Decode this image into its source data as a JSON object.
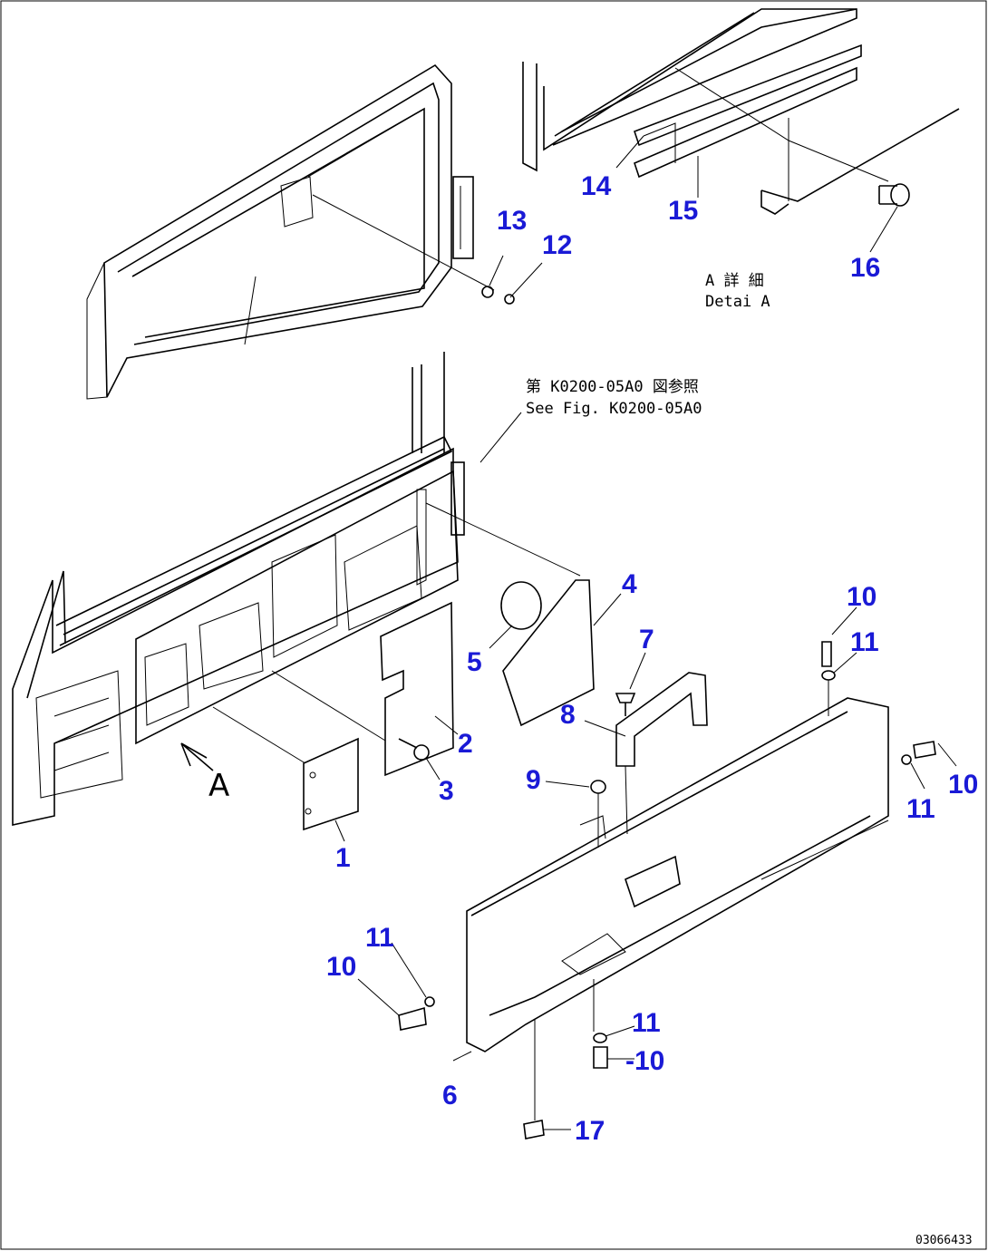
{
  "diagram": {
    "callouts": [
      {
        "id": "c1",
        "text": "1"
      },
      {
        "id": "c2",
        "text": "2"
      },
      {
        "id": "c3",
        "text": "3"
      },
      {
        "id": "c4",
        "text": "4"
      },
      {
        "id": "c5",
        "text": "5"
      },
      {
        "id": "c6",
        "text": "6"
      },
      {
        "id": "c7",
        "text": "7"
      },
      {
        "id": "c8",
        "text": "8"
      },
      {
        "id": "c9",
        "text": "9"
      },
      {
        "id": "c10a",
        "text": "10"
      },
      {
        "id": "c10b",
        "text": "10"
      },
      {
        "id": "c10c",
        "text": "10"
      },
      {
        "id": "c10d",
        "text": "-10"
      },
      {
        "id": "c11a",
        "text": "11"
      },
      {
        "id": "c11b",
        "text": "11"
      },
      {
        "id": "c11c",
        "text": "11"
      },
      {
        "id": "c11d",
        "text": "11"
      },
      {
        "id": "c12",
        "text": "12"
      },
      {
        "id": "c13",
        "text": "13"
      },
      {
        "id": "c14",
        "text": "14"
      },
      {
        "id": "c15",
        "text": "15"
      },
      {
        "id": "c16",
        "text": "16"
      },
      {
        "id": "c17",
        "text": "17"
      }
    ],
    "view_marker": "A",
    "detail_label_jp": "A 詳 細",
    "detail_label_en": "Detai A",
    "reference_jp": "第 K0200-05A0 図参照",
    "reference_en": "See Fig. K0200-05A0",
    "document_id": "03066433"
  },
  "colors": {
    "callout": "#1a1ad6",
    "line": "#000000",
    "background": "#ffffff"
  }
}
